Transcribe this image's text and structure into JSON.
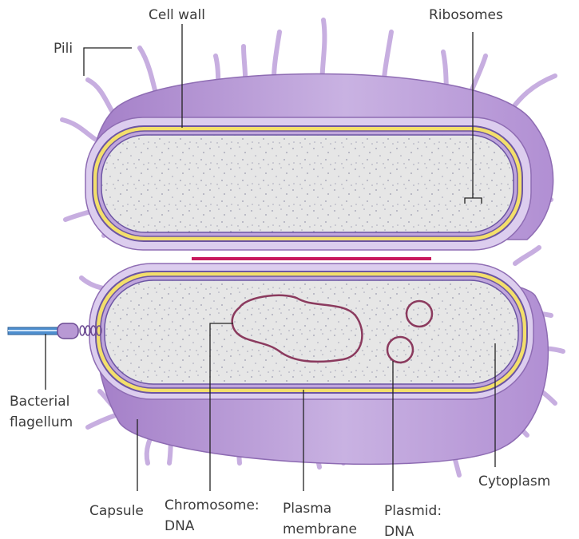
{
  "labels": {
    "cell_wall": "Cell wall",
    "ribosomes": "Ribosomes",
    "pili": "Pili",
    "bacterial_flagellum_line1": "Bacterial",
    "bacterial_flagellum_line2": "flagellum",
    "capsule": "Capsule",
    "chromosome_line1": "Chromosome:",
    "chromosome_line2": "DNA",
    "plasma_membrane_line1": "Plasma",
    "plasma_membrane_line2": "membrane",
    "plasmid_line1": "Plasmid:",
    "plasmid_line2": "DNA",
    "cytoplasm": "Cytoplasm"
  },
  "colors": {
    "capsule_outer": "#b899d4",
    "capsule_light": "#ddd0ec",
    "cell_wall_yellow": "#f3df6b",
    "membrane_purple": "#6c55a3",
    "cytoplasm_fill": "#e4e4e4",
    "dna_outline": "#8b3a5e",
    "septum": "#c8195c",
    "flagellum_blue": "#4f8fcf"
  }
}
